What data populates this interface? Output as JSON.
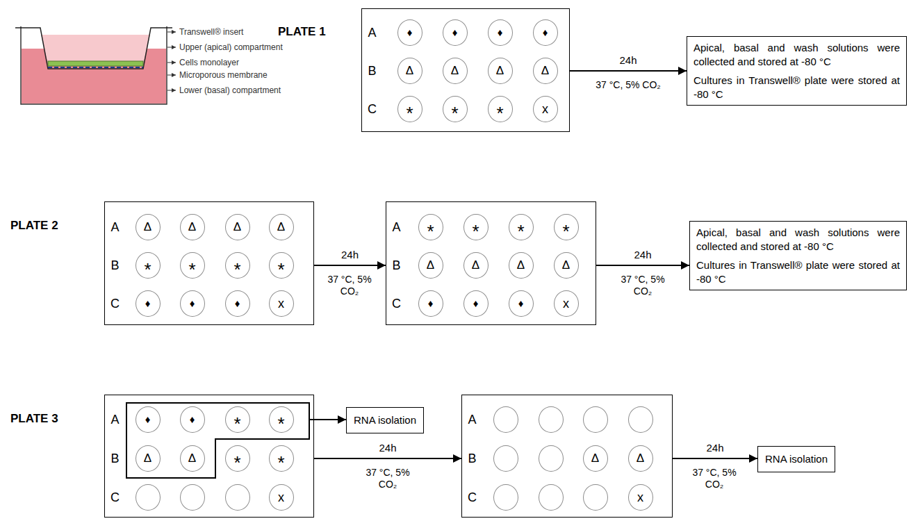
{
  "diagram": {
    "nodes": [
      {
        "text": [
          "A",
          "B",
          "C"
        ]
      },
      {
        "text": [
          "♦"
        ],
        "in": 0
      },
      {
        "text": [
          "♦"
        ],
        "in": 0
      },
      {
        "text": [
          "♦"
        ],
        "in": 0
      },
      {
        "text": [
          "♦"
        ],
        "in": 0
      },
      {
        "text": [
          "Δ"
        ],
        "in": 0
      },
      {
        "text": [
          "Δ"
        ],
        "in": 0
      },
      {
        "text": [
          "Δ"
        ],
        "in": 0
      },
      {
        "text": [
          "Δ"
        ],
        "in": 0
      },
      {
        "text": [
          "*"
        ],
        "in": 0
      },
      {
        "text": [
          "*"
        ],
        "in": 0
      },
      {
        "text": [
          "*"
        ],
        "in": 0
      },
      {
        "text": [
          "x"
        ],
        "in": 0
      },
      {
        "text": [
          "Apical, basal and wash solutions were collected and stored at -80 °C",
          "Cultures in Transwell® plate were stored at -80 °C"
        ]
      },
      {
        "text": [
          "A",
          "B",
          "C"
        ]
      },
      {
        "text": [
          "Δ"
        ],
        "in": 14
      },
      {
        "text": [
          "Δ"
        ],
        "in": 14
      },
      {
        "text": [
          "Δ"
        ],
        "in": 14
      },
      {
        "text": [
          "Δ"
        ],
        "in": 14
      },
      {
        "text": [
          "*"
        ],
        "in": 14
      },
      {
        "text": [
          "*"
        ],
        "in": 14
      },
      {
        "text": [
          "*"
        ],
        "in": 14
      },
      {
        "text": [
          "*"
        ],
        "in": 14
      },
      {
        "text": [
          "♦"
        ],
        "in": 14
      },
      {
        "text": [
          "♦"
        ],
        "in": 14
      },
      {
        "text": [
          "♦"
        ],
        "in": 14
      },
      {
        "text": [
          "x"
        ],
        "in": 14
      },
      {
        "text": [
          "A",
          "B",
          "C"
        ]
      },
      {
        "text": [
          "*"
        ],
        "in": 27
      },
      {
        "text": [
          "*"
        ],
        "in": 27
      },
      {
        "text": [
          "*"
        ],
        "in": 27
      },
      {
        "text": [
          "*"
        ],
        "in": 27
      },
      {
        "text": [
          "Δ"
        ],
        "in": 27
      },
      {
        "text": [
          "Δ"
        ],
        "in": 27
      },
      {
        "text": [
          "Δ"
        ],
        "in": 27
      },
      {
        "text": [
          "Δ"
        ],
        "in": 27
      },
      {
        "text": [
          "♦"
        ],
        "in": 27
      },
      {
        "text": [
          "♦"
        ],
        "in": 27
      },
      {
        "text": [
          "♦"
        ],
        "in": 27
      },
      {
        "text": [
          "x"
        ],
        "in": 27
      },
      {
        "text": [
          "Apical, basal and wash solutions were collected and stored at -80 °C",
          "Cultures in Transwell® plate were stored at -80 °C"
        ]
      },
      {
        "text": [
          "A",
          "B",
          "C"
        ]
      },
      {
        "text": [
          "♦"
        ],
        "in": 41
      },
      {
        "text": [
          "♦"
        ],
        "in": 41
      },
      {
        "text": [
          "*"
        ],
        "in": 41
      },
      {
        "text": [
          "*"
        ],
        "in": 41
      },
      {
        "text": [
          "Δ"
        ],
        "in": 41
      },
      {
        "text": [
          "Δ"
        ],
        "in": 41
      },
      {
        "text": [
          "*"
        ],
        "in": 41
      },
      {
        "text": [
          "*"
        ],
        "in": 41
      },
      {
        "text": [
          "x"
        ],
        "in": 41
      },
      {
        "text": [
          "RNA isolation"
        ]
      },
      {
        "text": [
          "A",
          "B",
          "C"
        ]
      },
      {
        "text": [
          "Δ"
        ],
        "in": 52
      },
      {
        "text": [
          "Δ"
        ],
        "in": 52
      },
      {
        "text": [
          "x"
        ],
        "in": 52
      },
      {
        "text": [
          "RNA isolation"
        ]
      }
    ],
    "edges": [
      {
        "from": 0,
        "to": 13,
        "arrow": "to",
        "label": "24h"
      },
      {
        "from": 14,
        "to": 27,
        "arrow": "to",
        "label": "24h"
      },
      {
        "from": 27,
        "to": 40,
        "arrow": "to",
        "label": "24h"
      },
      {
        "from": 41,
        "to": 51,
        "arrow": "to"
      },
      {
        "from": 41,
        "to": 52,
        "arrow": "to",
        "label": "24h"
      },
      {
        "from": 52,
        "to": 56,
        "arrow": "to",
        "label": "24h"
      }
    ],
    "labels": [
      "Transwell® insert",
      "Upper (apical) compartment",
      "Cells monolayer",
      "Microporous membrane",
      "Lower (basal) compartment",
      "PLATE 1",
      "37 °C, 5% CO₂",
      "PLATE 2",
      "37 °C, 5% CO₂",
      "37 °C, 5% CO₂",
      "PLATE 3",
      "37 °C, 5% CO₂",
      "37 °C, 5% CO₂"
    ]
  }
}
